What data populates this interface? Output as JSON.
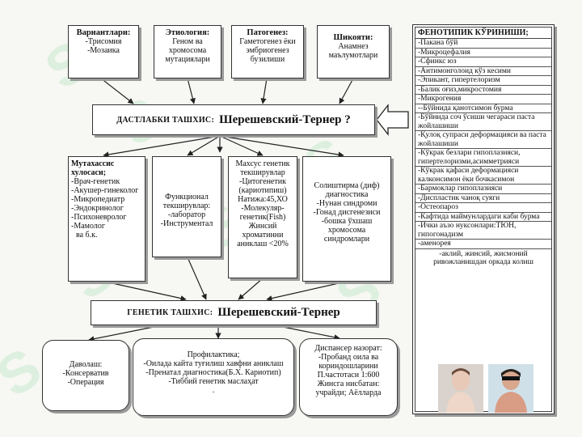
{
  "top_boxes": [
    {
      "title": "Вариантлари:",
      "lines": [
        "-Трисомия",
        "-Мозаика"
      ]
    },
    {
      "title": "Этиология:",
      "lines": [
        "Геном ва",
        "хромосома",
        "мутациялари"
      ]
    },
    {
      "title": "Патогенез:",
      "lines": [
        "Гаметогенез ёки",
        "эмбриогенез",
        "бузилиши"
      ]
    },
    {
      "title": "Шикояти:",
      "lines": [
        "Анамнез",
        "маълумотлари"
      ]
    }
  ],
  "initial_diagnosis": {
    "label": "ДАСТЛАБКИ ТАШХИС:",
    "name": "Шерешевский-Тернер ?"
  },
  "middle_boxes": [
    {
      "title": "Мутахассис хулосаси;",
      "lines": [
        "-Врач-генетик",
        "-Акушер-гинеколог",
        "-Микропедиатр",
        "-Эндокринолог",
        "-Психоневролог",
        "-Мамолог",
        "ва б.к."
      ]
    },
    {
      "title": "",
      "lines": [
        "Функционал",
        "текширувлар:",
        "-лаборатор",
        "-Инструментал"
      ]
    },
    {
      "title": "",
      "lines": [
        "Махсус генетик",
        "текширувлар",
        "-Цитогенетик",
        "(кариотипиш)",
        "Натижа:45,ХО",
        "-Молекуляр-",
        "генетик(Fish)",
        "Жинсий",
        "хроматинни",
        "аниклаш <20%"
      ]
    },
    {
      "title": "",
      "lines": [
        "Солиштирма (диф)",
        "диагностика",
        "-Нунан синдроми",
        "-Гонад дисгенезиси",
        "-бошка ўхшаш",
        "хромосома",
        "синдромлари"
      ]
    }
  ],
  "genetic_diagnosis": {
    "label": "ГЕНЕТИК ТАШХИС:",
    "name": "Шерешевский-Тернер"
  },
  "bottom_boxes": [
    {
      "lines": [
        "Даволаш:",
        "-Консерватив",
        "-Операция"
      ]
    },
    {
      "lines": [
        "Профилактика;",
        "-Оилада кайта туғилиш хавфни аниклаш",
        "-Пренатал диагностика(Б.Х. Кариотип)",
        "-Тиббий генетик маслаҳат",
        "."
      ]
    },
    {
      "lines": [
        "Диспансер назорат:",
        "-Пробанд оила ва",
        "кориндошларини",
        "П.частотаси 1:600",
        "Жинсга нисбатан:",
        "учрайди; Аёлларда"
      ]
    }
  ],
  "phenotype": {
    "title": "ФЕНОТИПИК КЎРИНИШИ;",
    "items": [
      "-Пакана бўй",
      "-Микроцефалия",
      "-Сфинкс юз",
      "-Антимонголоид кўз кесими",
      "-Эпикант, гипертелоризм",
      "-Балик оғиз,микростомия",
      "-Микрогения",
      "--Бўйнида қанотсимон бурма",
      "-Бўйнида соч ўсиши чегараси паста жойлашиши",
      "-Қулоқ супраси деформацияси ва паста жойлашиши",
      "-Кўкрак безлари гипоплазияси, гипертелоризми,асимметрияси",
      "-Кўкрак қафаси деформацияси калконсимон ёки бочкасимон",
      "-Бармоклар гипоплазияси",
      "-Диспластик чаноқ суяги",
      "-Остеопароз",
      "-Кафтида маймунлардаги каби бурма",
      "-Ички аъзо нуксонлари:ТЮН, гипогонадизм",
      "-аменорея"
    ],
    "footer": "-аклий, жинсий, жисмоний ривожланишдан оркада колиш"
  }
}
